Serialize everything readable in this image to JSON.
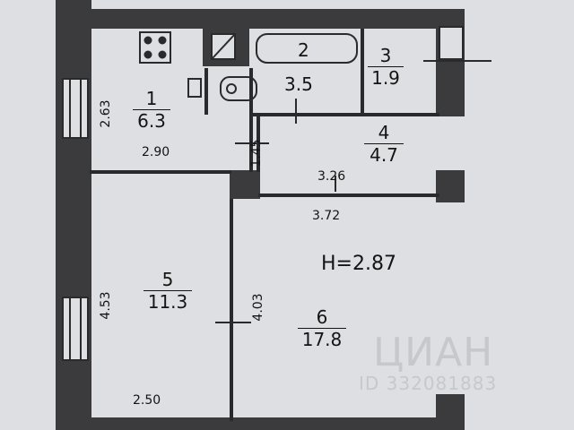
{
  "rooms": [
    {
      "num": "1",
      "area": "6.3"
    },
    {
      "num": "2",
      "area": "3.5"
    },
    {
      "num": "3",
      "area": "1.9"
    },
    {
      "num": "4",
      "area": "4.7"
    },
    {
      "num": "5",
      "area": "11.3"
    },
    {
      "num": "6",
      "area": "17.8"
    }
  ],
  "dimensions": {
    "kitchen_height": "2.63",
    "kitchen_width": "2.90",
    "corridor_height": "1.45",
    "corridor_width": "3.26",
    "room6_width": "3.72",
    "room5_height": "4.53",
    "room6_height": "4.03",
    "room5_width": "2.50"
  },
  "ceiling": "H=2.87",
  "watermark": {
    "brand": "ЦИАН",
    "id": "ID 332081883"
  }
}
